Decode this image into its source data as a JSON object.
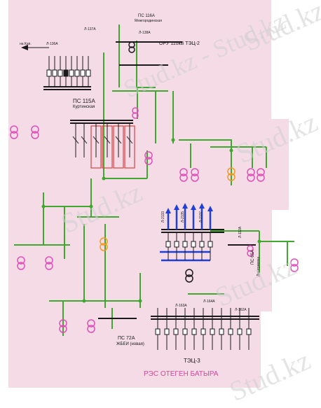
{
  "colors": {
    "background_region": "#f4dbe6",
    "line_green": "#3fa82e",
    "line_black": "#1a1a1a",
    "line_blue": "#1f3fd6",
    "transformer_pink": "#e04fb8",
    "transformer_orange": "#f29a1e",
    "box_red": "#d84040"
  },
  "labels": {
    "ps116a": "ПС 116А",
    "ps116a_sub": "Межгородинская",
    "oru110": "ОРУ 110кВ ТЭЦ-2",
    "ps115a": "ПС 115А",
    "ps115a_sub": "Куртинская",
    "ps65a": "ПС 65А",
    "ps65a_sub": "Дмитриевка",
    "ps72a": "ПС 72А",
    "ps72a_sub": "ЖБЕИ (новая)",
    "tec3": "ТЭЦ-3",
    "footer": "РЭС ОТЕГЕН БАТЫРА",
    "to_kapchagay": "на Кап.",
    "line_l138a": "Л-138А",
    "line_l137a": "Л-137А",
    "line_l136a": "Л-136А",
    "line_l112a": "Л-112А",
    "line_l164a": "Л-164А",
    "line_l163a": "Л-163А",
    "line_l162a": "Л-162А",
    "line_l2133": "Л-2133",
    "line_l2135": "Л-2135",
    "line_l2137": "Л-2137"
  },
  "watermarks": [
    "Stud.kz",
    "Stud.kz - Stud.kz",
    "Stud.kz",
    "Stud.kz",
    "Stud.kz",
    "Stud.kz"
  ]
}
